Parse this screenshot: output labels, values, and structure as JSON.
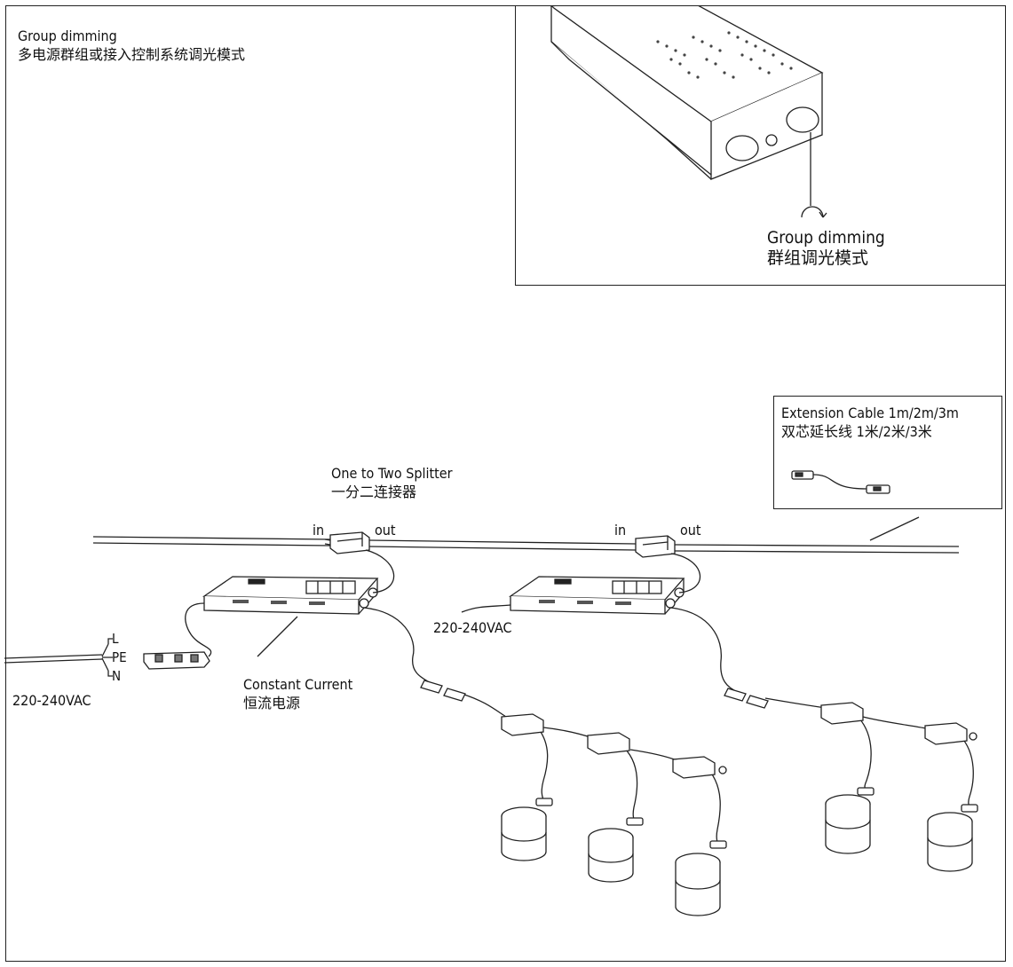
{
  "header": {
    "title_en": "Group dimming",
    "title_cn": "多电源群组或接入控制系统调光模式"
  },
  "inset": {
    "label_en": "Group dimming",
    "label_cn": "群组调光模式"
  },
  "extension": {
    "label_en": "Extension Cable  1m/2m/3m",
    "label_cn": "双芯延长线 1米/2米/3米"
  },
  "splitter": {
    "label_en": "One to Two Splitter",
    "label_cn": "一分二连接器",
    "in": "in",
    "out": "out"
  },
  "driver": {
    "label_en": "Constant Current",
    "label_cn": "恒流电源"
  },
  "mains": {
    "voltage": "220-240VAC",
    "terminals": [
      "L",
      "PE",
      "N"
    ]
  }
}
